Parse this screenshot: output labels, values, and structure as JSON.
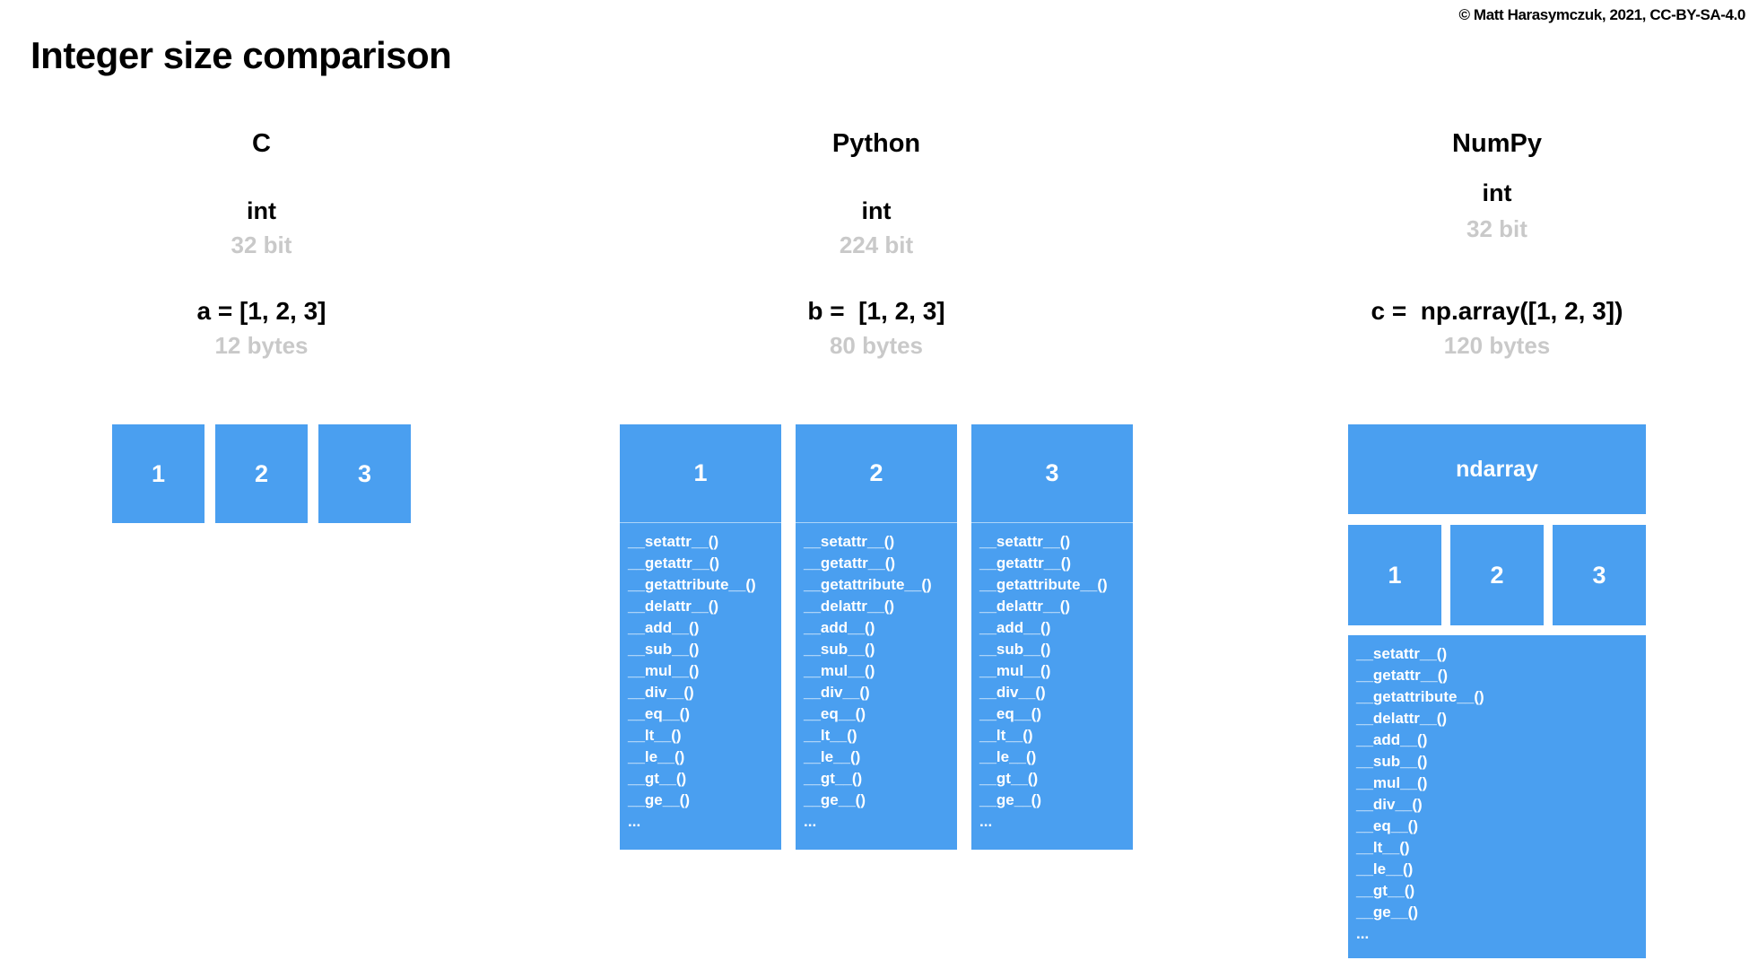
{
  "page": {
    "title": "Integer size comparison",
    "copyright": "© Matt Harasymczuk, 2021, CC-BY-SA-4.0"
  },
  "colors": {
    "box_blue": "#4a9ff0",
    "muted_gray": "#c9c9c9",
    "text_black": "#000000",
    "box_text_white": "#ffffff"
  },
  "dunder_methods": [
    "__setattr__()",
    "__getattr__()",
    "__getattribute__()",
    "__delattr__()",
    "__add__()",
    "__sub__()",
    "__mul__()",
    "__div__()",
    "__eq__()",
    "__lt__()",
    "__le__()",
    "__gt__()",
    "__ge__()",
    "..."
  ],
  "columns": {
    "c": {
      "header": "C",
      "type_name": "int",
      "type_size": "32 bit",
      "assignment": "a = [1, 2, 3]",
      "memory_size": "12 bytes",
      "cells": [
        "1",
        "2",
        "3"
      ]
    },
    "python": {
      "header": "Python",
      "type_name": "int",
      "type_size": "224 bit",
      "assignment": "b =  [1, 2, 3]",
      "memory_size": "80 bytes",
      "cells": [
        "1",
        "2",
        "3"
      ]
    },
    "numpy": {
      "header": "NumPy",
      "type_name": "int",
      "type_size": "32 bit",
      "assignment": "c =  np.array([1, 2, 3])",
      "memory_size": "120 bytes",
      "container_label": "ndarray",
      "cells": [
        "1",
        "2",
        "3"
      ]
    }
  }
}
